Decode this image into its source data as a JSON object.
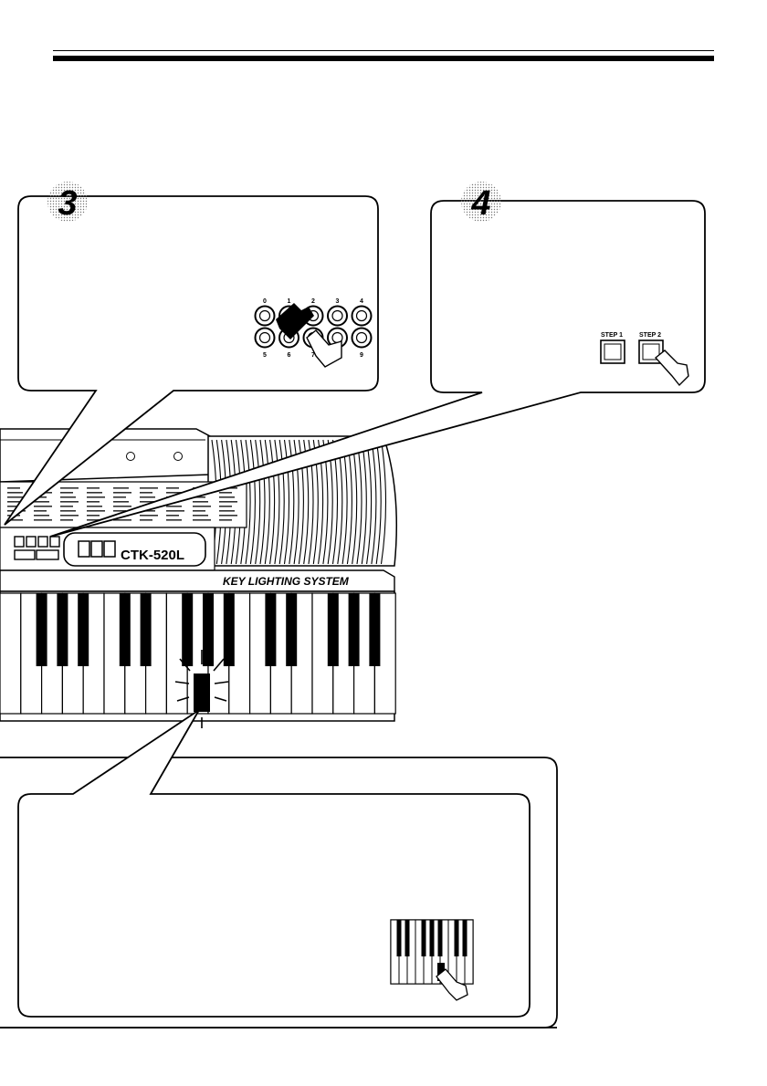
{
  "steps": {
    "step3": {
      "number": "3"
    },
    "step4": {
      "number": "4"
    }
  },
  "numpad": {
    "top_labels": [
      "0",
      "1",
      "2",
      "3",
      "4"
    ],
    "bottom_labels": [
      "5",
      "6",
      "7",
      "8",
      "9"
    ]
  },
  "step_buttons": {
    "step1_label": "STEP 1",
    "step2_label": "STEP 2"
  },
  "keyboard": {
    "model": "CTK-520L",
    "system_label": "KEY LIGHTING SYSTEM"
  }
}
